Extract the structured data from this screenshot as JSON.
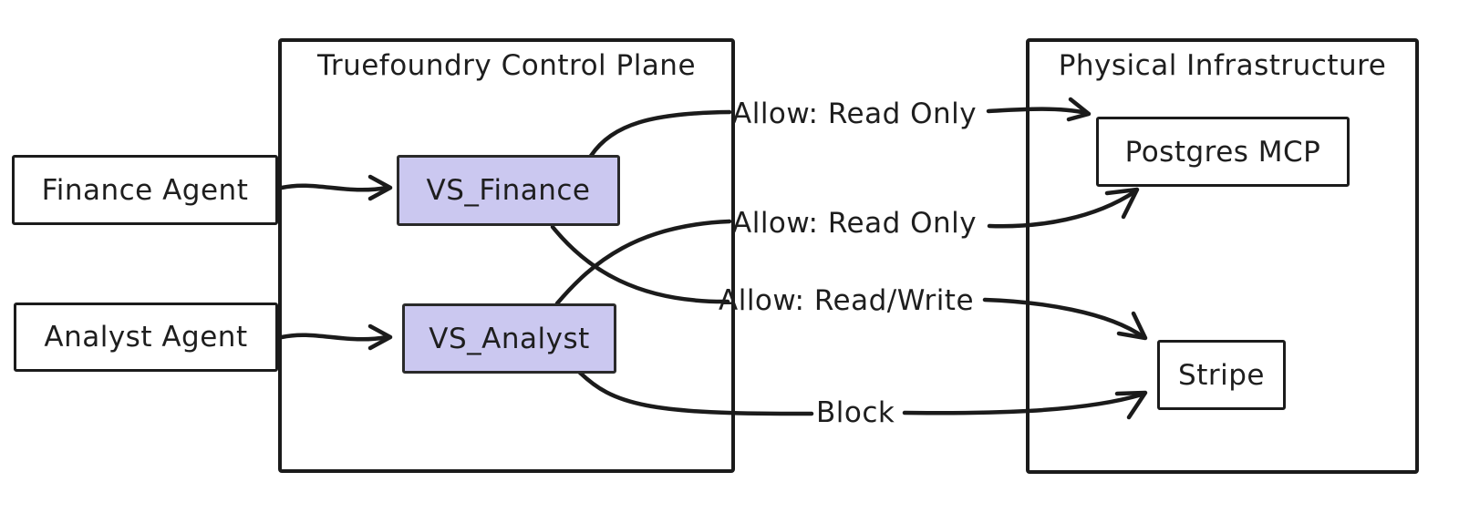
{
  "diagram": {
    "groups": {
      "control_plane": {
        "title": "Truefoundry Control Plane"
      },
      "physical_infrastructure": {
        "title": "Physical Infrastructure"
      }
    },
    "nodes": {
      "finance_agent": {
        "label": "Finance Agent"
      },
      "analyst_agent": {
        "label": "Analyst Agent"
      },
      "vs_finance": {
        "label": "VS_Finance"
      },
      "vs_analyst": {
        "label": "VS_Analyst"
      },
      "postgres_mcp": {
        "label": "Postgres MCP"
      },
      "stripe": {
        "label": "Stripe"
      }
    },
    "edge_labels": {
      "vs_finance_to_postgres": "Allow: Read Only",
      "vs_analyst_to_postgres": "Allow: Read Only",
      "vs_finance_to_stripe": "Allow: Read/Write",
      "vs_analyst_to_stripe": "Block"
    },
    "colors": {
      "ink": "#1b1b1b",
      "text": "#1e1e1e",
      "virtual_server_fill": "#cbc8f0",
      "node_fill": "#ffffff",
      "background": "#ffffff"
    }
  }
}
